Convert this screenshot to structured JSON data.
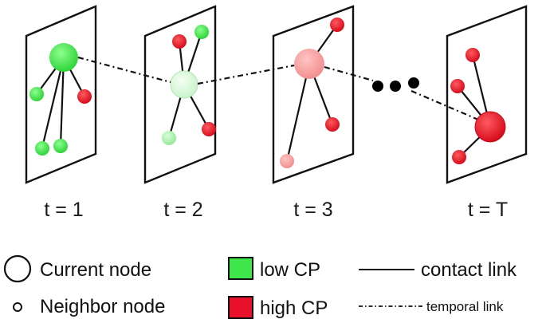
{
  "frames": [
    {
      "id": "t1",
      "label": "t = 1"
    },
    {
      "id": "t2",
      "label": "t = 2"
    },
    {
      "id": "t3",
      "label": "t = 3"
    },
    {
      "id": "tT",
      "label": "t = T"
    }
  ],
  "legend": {
    "current_node": "Current node",
    "neighbor_node": "Neighbor node",
    "low_cp": "low CP",
    "high_cp": "high CP",
    "contact_link": "contact link",
    "temporal_link": "temporal link"
  },
  "colors": {
    "low_cp": "#3ee64a",
    "high_cp": "#e8102a",
    "light_green": "#d9f7d9",
    "pink": "#f9a0a0",
    "frame_stroke": "#111111"
  }
}
